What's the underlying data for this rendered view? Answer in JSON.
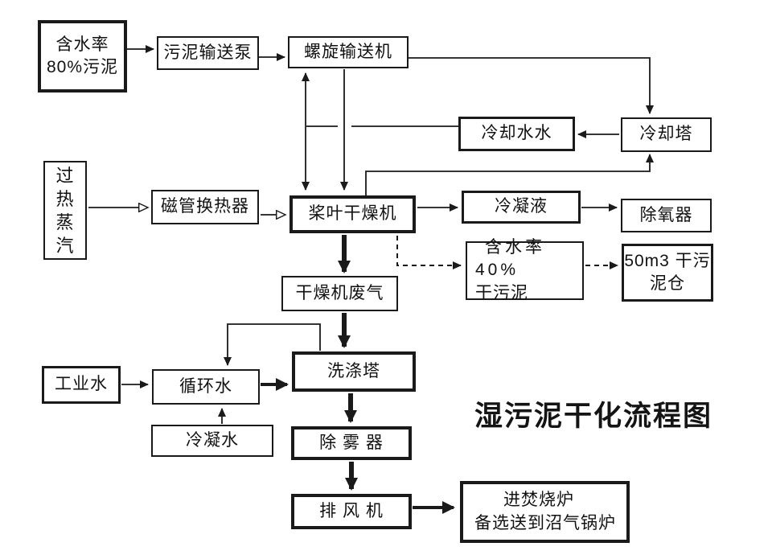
{
  "title": "湿污泥干化流程图",
  "colors": {
    "ink": "#1a1a1a",
    "background": "#ffffff"
  },
  "nodes": {
    "sludge80": {
      "line1": "含水率",
      "line2": "80%污泥"
    },
    "pump": {
      "label": "污泥输送泵"
    },
    "screw": {
      "label": "螺旋输送机"
    },
    "coolwater": {
      "label": "冷却水水"
    },
    "cooltower": {
      "label": "冷却塔"
    },
    "steam": {
      "label": "过热蒸汽"
    },
    "heater": {
      "label": "磁管换热器"
    },
    "dryer": {
      "label": "桨叶干燥机"
    },
    "condensate": {
      "label": "冷凝液"
    },
    "deaerator": {
      "label": "除氧器"
    },
    "sludge40": {
      "line1": "含水率 40%",
      "line2": "干污泥"
    },
    "silo": {
      "line1": "50m3 干污",
      "line2": "泥仓"
    },
    "exhaust": {
      "label": "干燥机废气"
    },
    "industrial": {
      "label": "工业水"
    },
    "circulating": {
      "label": "循环水"
    },
    "condwater": {
      "label": "冷凝水"
    },
    "scrubber": {
      "label": "洗涤塔"
    },
    "demister": {
      "label": "除 雾 器"
    },
    "fan": {
      "label": "排 风 机"
    },
    "incinerator": {
      "line1": "进焚烧炉",
      "line2": "备选送到沼气锅炉"
    }
  }
}
